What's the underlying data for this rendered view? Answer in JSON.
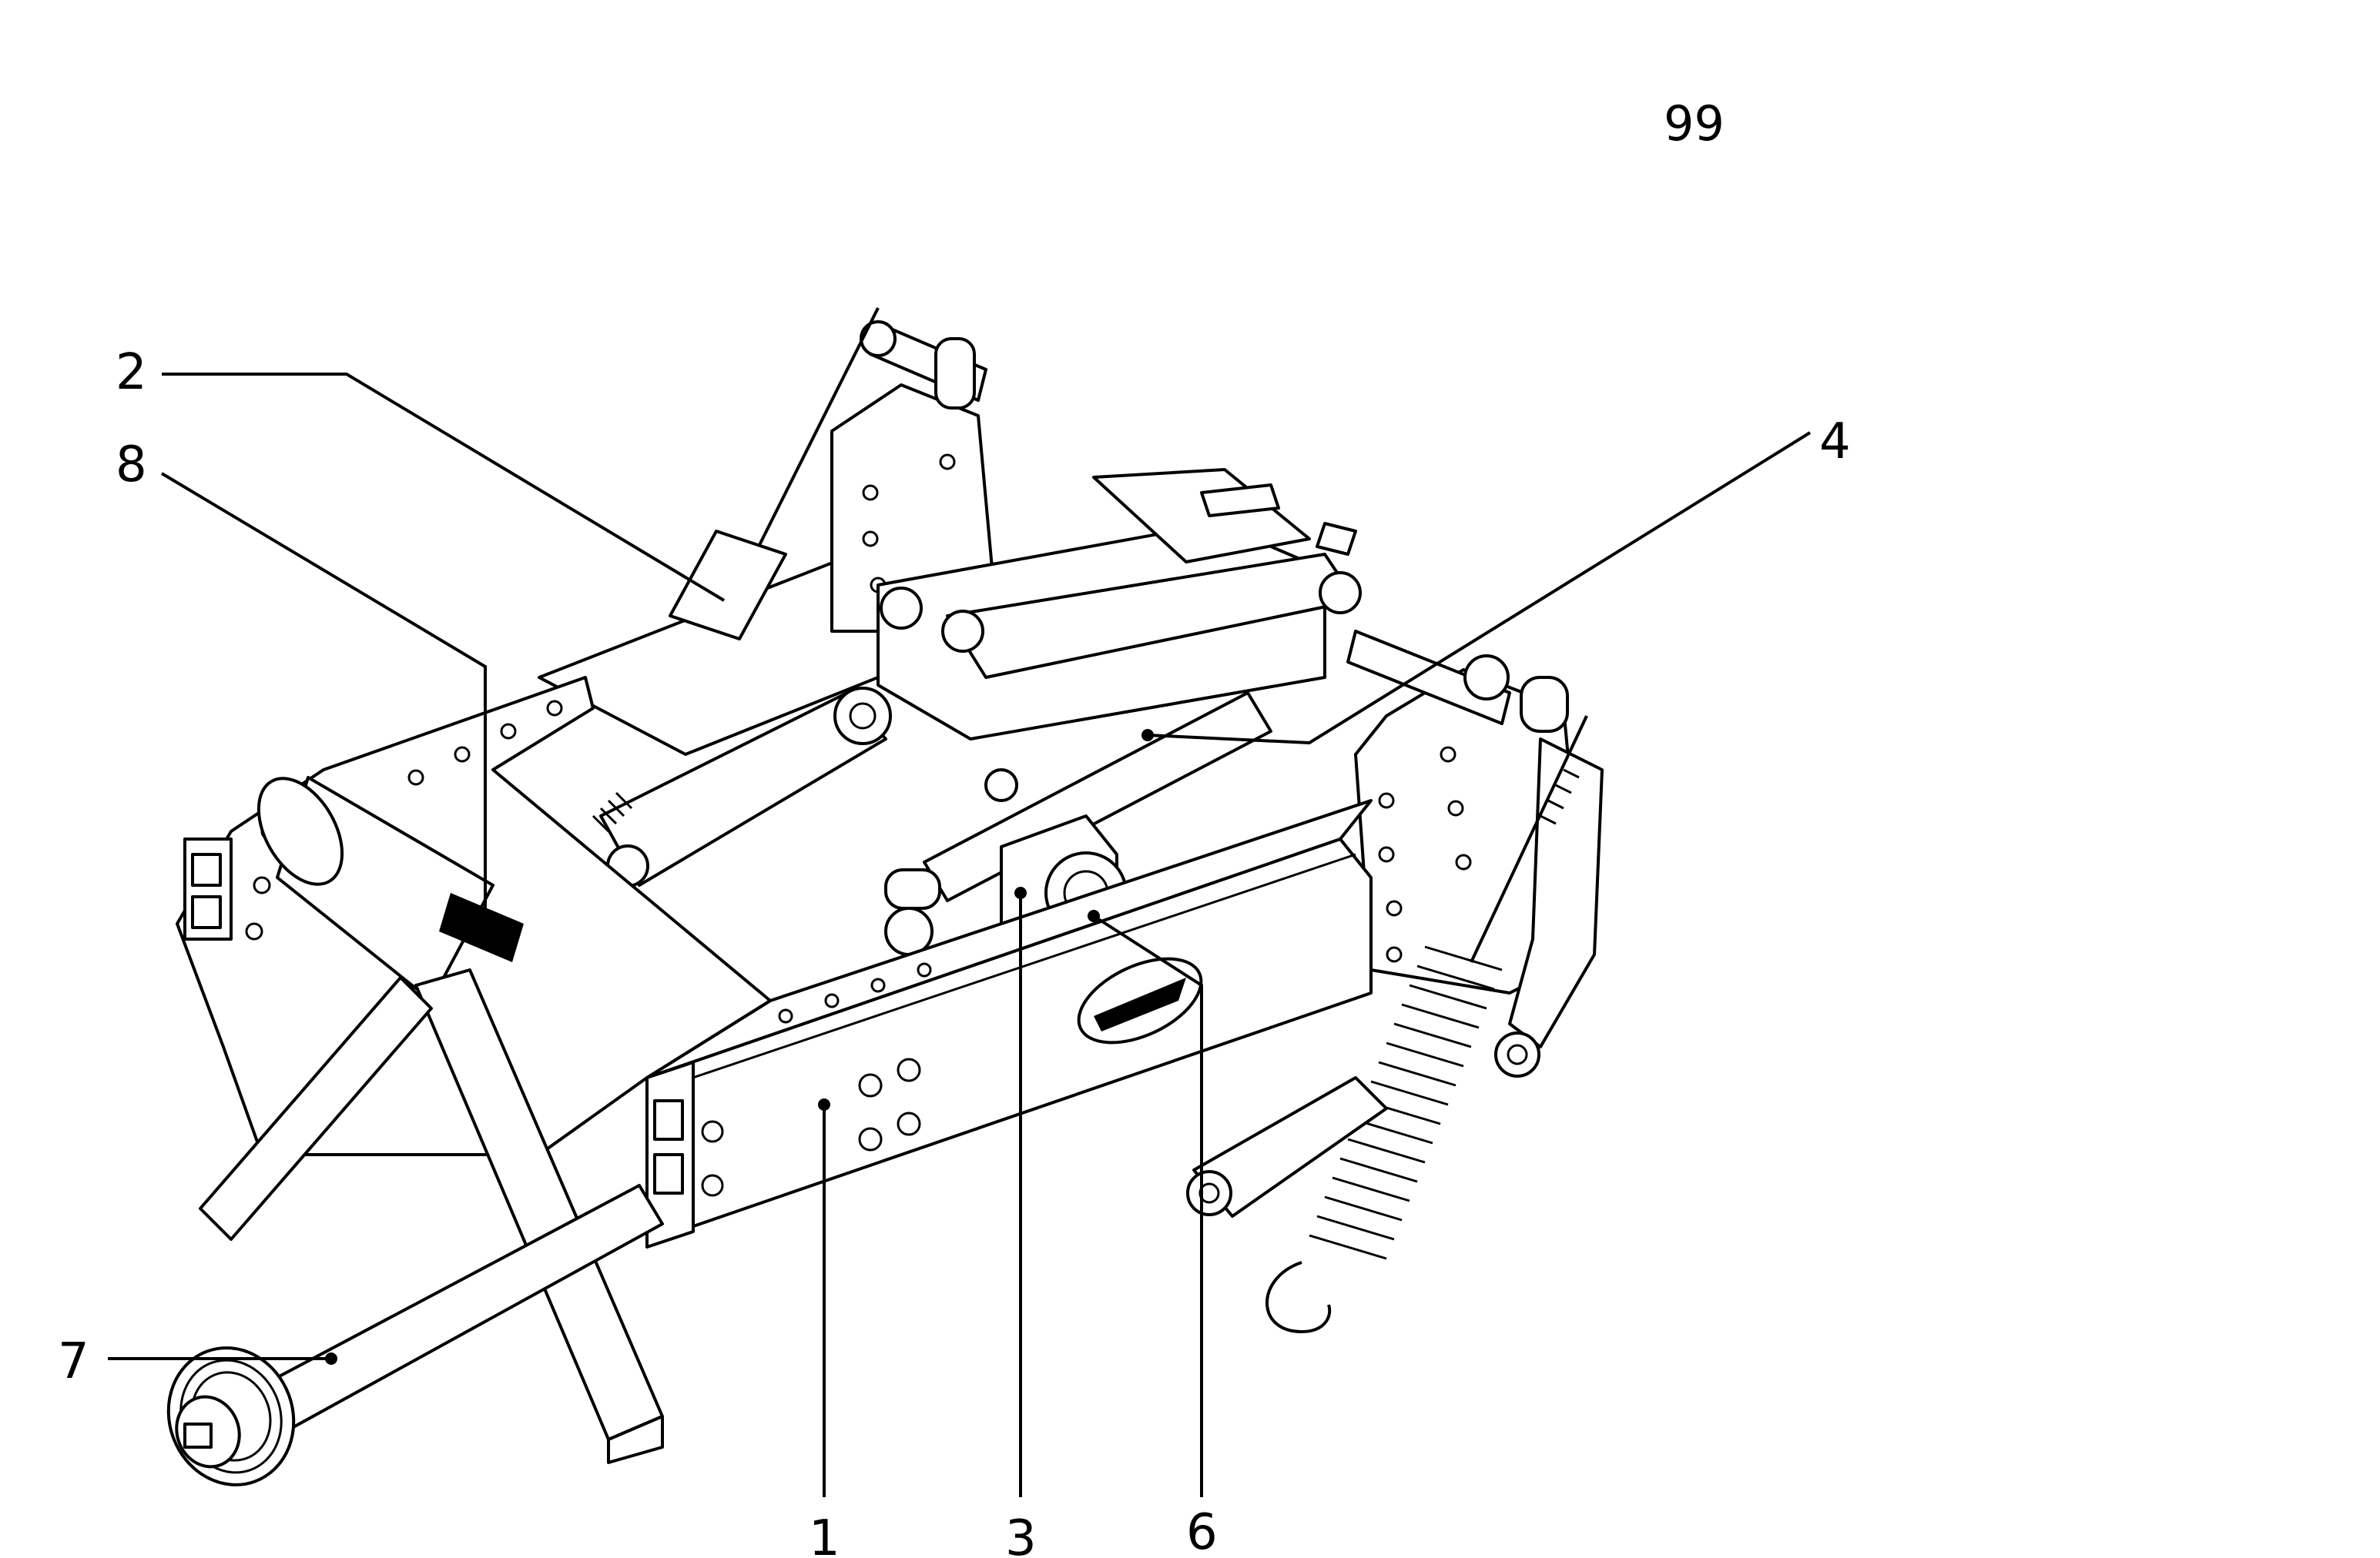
{
  "page_number": "99",
  "callouts": [
    {
      "id": "1",
      "label": "1"
    },
    {
      "id": "2",
      "label": "2"
    },
    {
      "id": "3",
      "label": "3"
    },
    {
      "id": "4",
      "label": "4"
    },
    {
      "id": "6",
      "label": "6"
    },
    {
      "id": "7",
      "label": "7"
    },
    {
      "id": "8",
      "label": "8"
    }
  ],
  "colors": {
    "ink": "#000000",
    "paper": "#ffffff"
  }
}
